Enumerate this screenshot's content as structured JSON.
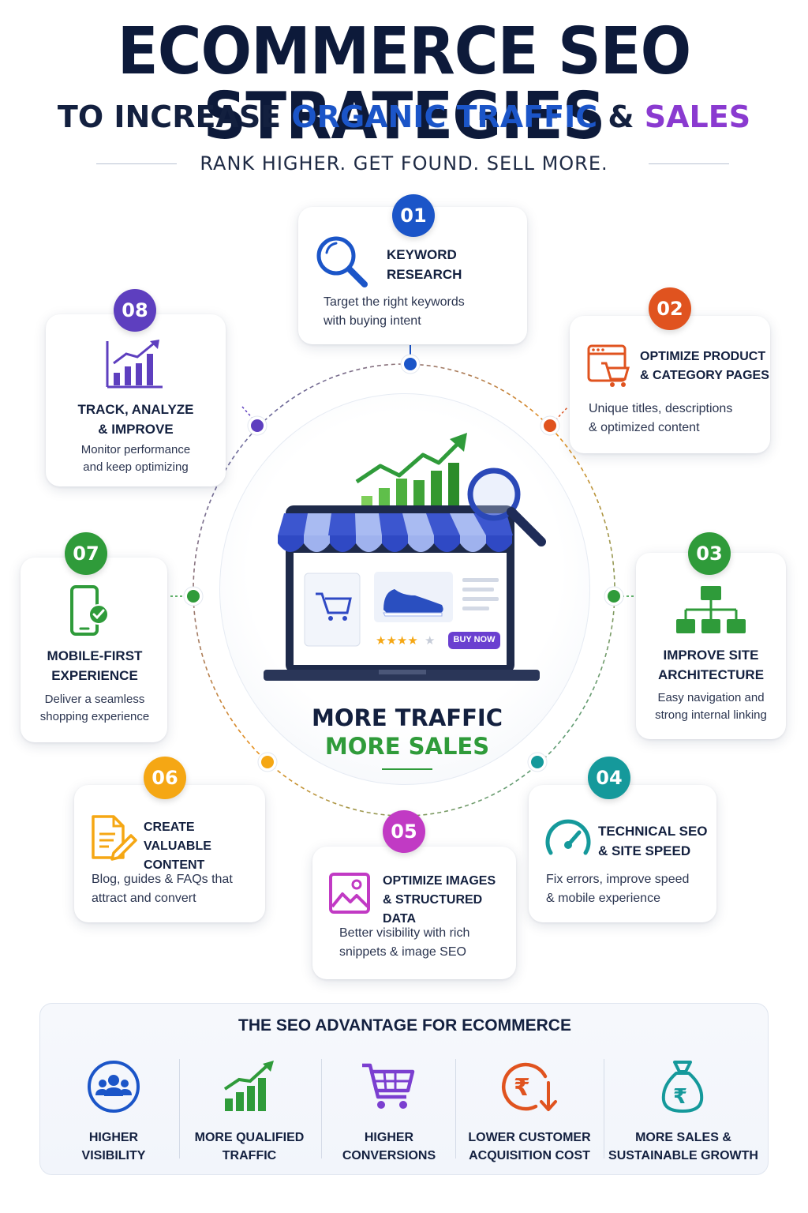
{
  "header": {
    "title": "ECOMMERCE SEO STRATEGIES",
    "subtitle_part1": "TO INCREASE ",
    "subtitle_part2": "ORGANIC TRAFFIC",
    "subtitle_part3": " & ",
    "subtitle_part4": "SALES",
    "tagline": "RANK HIGHER. GET FOUND. SELL MORE."
  },
  "colors": {
    "navy": "#0d1a3a",
    "blue": "#1b55c8",
    "orange": "#e0531f",
    "green": "#2f9b3a",
    "teal": "#15999b",
    "magenta": "#c13ac4",
    "amber": "#f5a714",
    "purple": "#5e3fbf"
  },
  "steps": [
    {
      "number": "01",
      "title_line1": "KEYWORD",
      "title_line2": "RESEARCH",
      "desc_line1": "Target the right keywords",
      "desc_line2": "with buying intent",
      "icon": "magnifier-icon"
    },
    {
      "number": "02",
      "title_line1": "OPTIMIZE PRODUCT",
      "title_line2": "& CATEGORY PAGES",
      "desc_line1": "Unique titles, descriptions",
      "desc_line2": "& optimized content",
      "icon": "browser-cart-icon"
    },
    {
      "number": "03",
      "title_line1": "IMPROVE SITE",
      "title_line2": "ARCHITECTURE",
      "desc_line1": "Easy navigation and",
      "desc_line2": "strong internal linking",
      "icon": "sitemap-icon"
    },
    {
      "number": "04",
      "title_line1": "TECHNICAL SEO",
      "title_line2": "& SITE SPEED",
      "desc_line1": "Fix errors, improve speed",
      "desc_line2": "& mobile experience",
      "icon": "speedometer-icon"
    },
    {
      "number": "05",
      "title_line1": "OPTIMIZE IMAGES",
      "title_line2": "& STRUCTURED DATA",
      "desc_line1": "Better visibility with rich",
      "desc_line2": "snippets & image SEO",
      "icon": "image-icon"
    },
    {
      "number": "06",
      "title_line1": "CREATE VALUABLE",
      "title_line2": "CONTENT",
      "desc_line1": "Blog, guides & FAQs that",
      "desc_line2": "attract and convert",
      "icon": "document-pen-icon"
    },
    {
      "number": "07",
      "title_line1": "MOBILE-FIRST",
      "title_line2": "EXPERIENCE",
      "desc_line1": "Deliver a seamless",
      "desc_line2": "shopping experience",
      "icon": "smartphone-check-icon"
    },
    {
      "number": "08",
      "title_line1": "TRACK, ANALYZE",
      "title_line2": "& IMPROVE",
      "desc_line1": "Monitor performance",
      "desc_line2": "and keep optimizing",
      "icon": "growth-chart-icon"
    }
  ],
  "center": {
    "buy_now": "BUY NOW",
    "rating_stars": 4,
    "rating_max": 5,
    "line1": "MORE TRAFFIC",
    "line2": "MORE SALES"
  },
  "advantage": {
    "title": "THE SEO ADVANTAGE FOR ECOMMERCE",
    "items": [
      {
        "line1": "HIGHER",
        "line2": "VISIBILITY",
        "icon": "people-icon"
      },
      {
        "line1": "MORE QUALIFIED",
        "line2": "TRAFFIC",
        "icon": "bar-growth-icon"
      },
      {
        "line1": "HIGHER",
        "line2": "CONVERSIONS",
        "icon": "cart-icon"
      },
      {
        "line1": "LOWER CUSTOMER",
        "line2": "ACQUISITION COST",
        "icon": "rupee-down-icon"
      },
      {
        "line1": "MORE SALES &",
        "line2": "SUSTAINABLE GROWTH",
        "icon": "money-bag-icon"
      }
    ]
  }
}
